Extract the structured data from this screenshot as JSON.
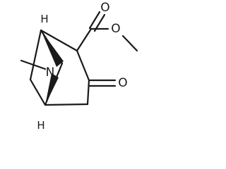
{
  "molecule": {
    "atoms": {
      "bridge_n": "N",
      "carbonyl_o_ester": "O",
      "ester_o": "O",
      "ketone_o": "O",
      "h_top": "H",
      "h_bottom": "H"
    },
    "colors": {
      "bond": "#1a1a1a",
      "background": "#ffffff"
    }
  }
}
